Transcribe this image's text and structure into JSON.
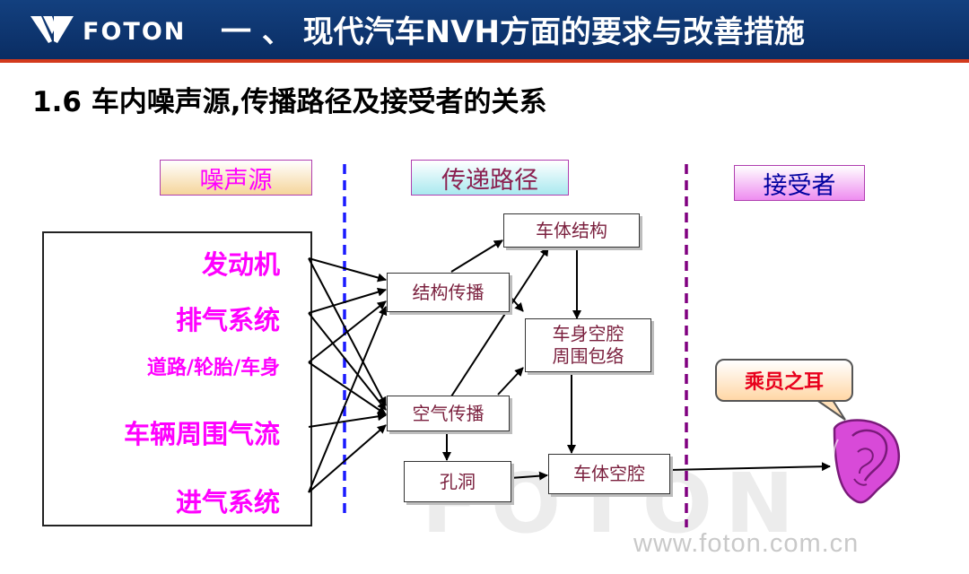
{
  "header": {
    "logo_text": "FOTON",
    "title": "一 、 现代汽车NVH方面的要求与改善措施"
  },
  "subtitle": "1.6  车内噪声源,传播路径及接受者的关系",
  "columns": {
    "source": "噪声源",
    "path": "传递路径",
    "receiver": "接受者"
  },
  "sources": [
    "发动机",
    "排气系统",
    "道路/轮胎/车身",
    "车辆周围气流",
    "进气系统"
  ],
  "nodes": {
    "structural_propagation": "结构传播",
    "air_propagation": "空气传播",
    "body_structure": "车体结构",
    "cavity_wrap_line1": "车身空腔",
    "cavity_wrap_line2": "周围包络",
    "hole": "孔洞",
    "body_cavity": "车体空腔"
  },
  "receiver": {
    "callout": "乘员之耳",
    "icon": "ear-icon"
  },
  "watermark": "FOTON",
  "footer_url": "www.foton.com.cn",
  "colors": {
    "header_blue": "#0d3570",
    "header_stripe": "#d33a1c",
    "source_text": "#ff00ff",
    "node_text": "#7a1f3d",
    "divider_blue": "#1a1aff",
    "divider_purple": "#800080",
    "ear": "#d84ad8"
  }
}
